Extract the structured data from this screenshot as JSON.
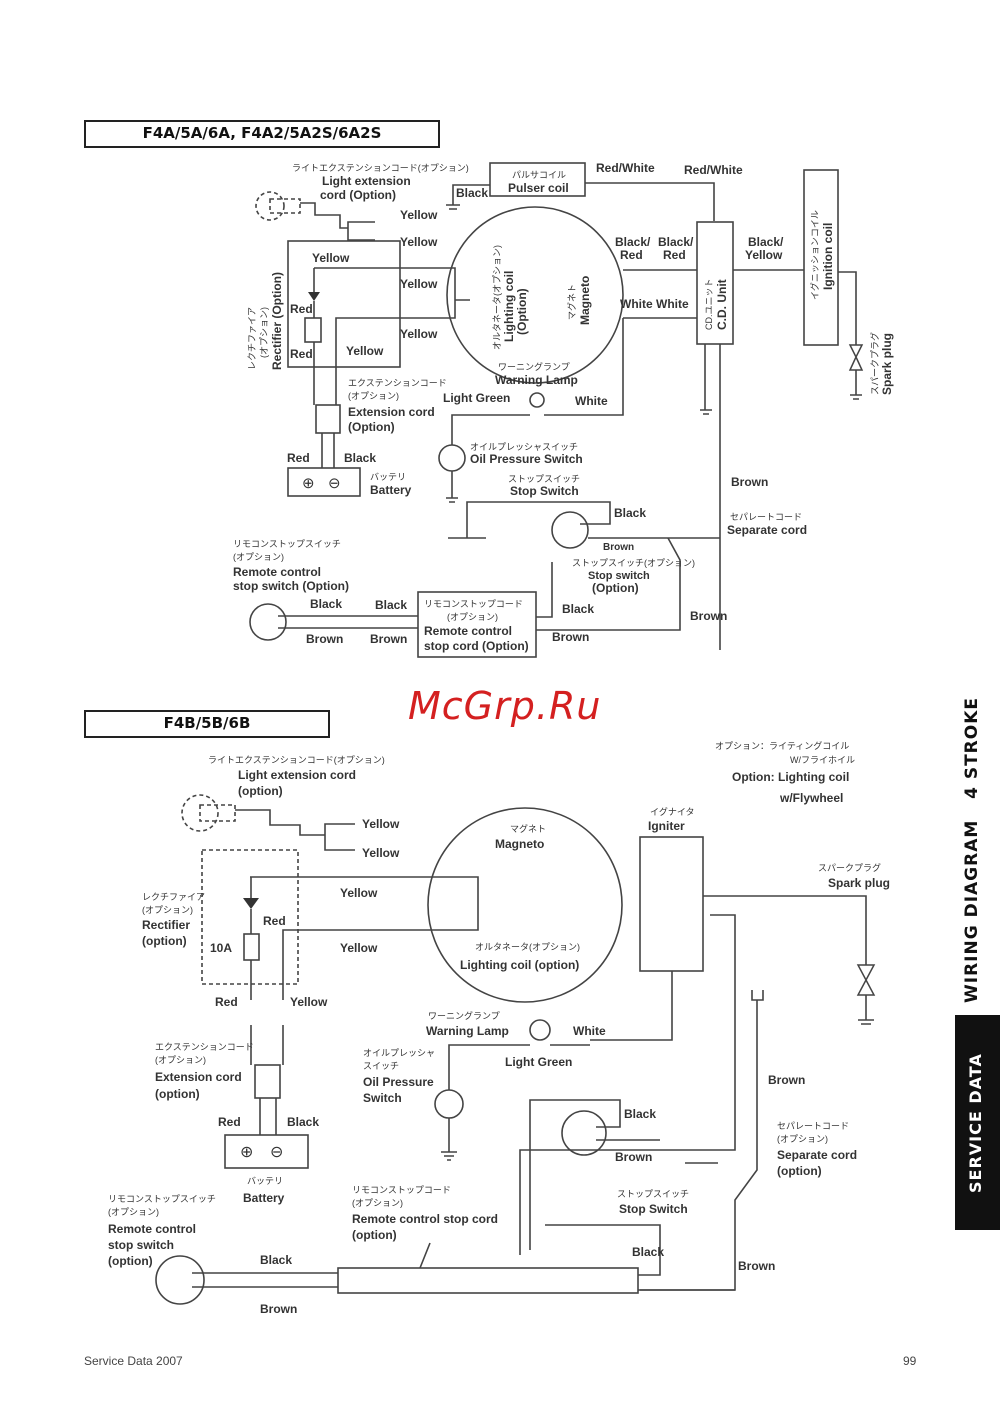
{
  "page": {
    "footer_left": "Service Data 2007",
    "page_number": "99",
    "watermark": "McGrp.Ru",
    "side_tab": {
      "section": "SERVICE DATA",
      "title": "WIRING DIAGRAM",
      "subtitle": "4 STROKE"
    }
  },
  "diagram_a": {
    "title": "F4A/5A/6A, F4A2/5A2S/6A2S",
    "components": {
      "light_ext": {
        "jp": "ライトエクステンションコード(オプション)",
        "en1": "Light extension",
        "en2": "cord (Option)"
      },
      "pulser": {
        "jp": "パルサコイル",
        "en": "Pulser coil"
      },
      "rectifier": {
        "jp1": "レクチファイア",
        "jp2": "(オプション)",
        "en": "Rectifier (Option)"
      },
      "magneto": {
        "jp": "マグネト",
        "en": "Magneto"
      },
      "lighting_coil": {
        "jp": "オルタネータ(オプション)",
        "en1": "Lighting coil",
        "en2": "(Option)"
      },
      "cd_unit": {
        "jp": "CD.ユニット",
        "en": "C.D. Unit"
      },
      "ignition_coil": {
        "jp": "イグニッションコイル",
        "en": "Ignition coil"
      },
      "spark_plug": {
        "jp": "スパークプラグ",
        "en": "Spark plug"
      },
      "ext_cord": {
        "jp1": "エクステンションコード",
        "jp2": "(オプション)",
        "en1": "Extension cord",
        "en2": "(Option)"
      },
      "warning_lamp": {
        "jp": "ワーニングランプ",
        "en": "Warning Lamp"
      },
      "oil_switch": {
        "jp": "オイルプレッシャスイッチ",
        "en": "Oil Pressure Switch"
      },
      "battery": {
        "jp": "バッテリ",
        "en": "Battery"
      },
      "stop_switch": {
        "jp": "ストップスイッチ",
        "en": "Stop Switch"
      },
      "stop_switch_opt": {
        "jp": "ストップスイッチ(オプション)",
        "en1": "Stop switch",
        "en2": "(Option)"
      },
      "separate_cord": {
        "jp": "セパレートコード",
        "en": "Separate cord"
      },
      "remote_switch": {
        "jp1": "リモコンストップスイッチ",
        "jp2": "(オプション)",
        "en1": "Remote control",
        "en2": "stop switch (Option)"
      },
      "remote_cord": {
        "jp1": "リモコンストップコード",
        "jp2": "(オプション)",
        "en1": "Remote control",
        "en2": "stop cord (Option)"
      }
    },
    "wires": {
      "black": "Black",
      "yellow": "Yellow",
      "red": "Red",
      "red_white": "Red/White",
      "black_red": "Black/",
      "black_red2": "Red",
      "black_yellow": "Black/",
      "black_yellow2": "Yellow",
      "white": "White",
      "light_green": "Light Green",
      "brown": "Brown"
    }
  },
  "diagram_b": {
    "title": "F4B/5B/6B",
    "components": {
      "light_ext": {
        "jp": "ライトエクステンションコード(オプション)",
        "en1": "Light extension cord",
        "en2": "(option)"
      },
      "magneto": {
        "jp": "マグネト",
        "en": "Magneto"
      },
      "option_note": {
        "jp1": "オプション：ライティングコイル",
        "jp2": "W/フライホイル",
        "en1": "Option: Lighting coil",
        "en2": "w/Flywheel"
      },
      "igniter": {
        "jp": "イグナイタ",
        "en": "Igniter"
      },
      "spark_plug": {
        "jp": "スパークプラグ",
        "en": "Spark plug"
      },
      "rectifier": {
        "jp1": "レクチファイア",
        "jp2": "(オプション)",
        "en1": "Rectifier",
        "en2": "(option)",
        "fuse": "10A"
      },
      "lighting_coil": {
        "jp": "オルタネータ(オプション)",
        "en": "Lighting coil (option)"
      },
      "ext_cord": {
        "jp1": "エクステンションコード",
        "jp2": "(オプション)",
        "en1": "Extension cord",
        "en2": "(option)"
      },
      "warning_lamp": {
        "jp": "ワーニングランプ",
        "en": "Warning Lamp"
      },
      "oil_switch": {
        "jp1": "オイルプレッシャ",
        "jp2": "スイッチ",
        "en1": "Oil Pressure",
        "en2": "Switch"
      },
      "battery": {
        "jp": "バッテリ",
        "en": "Battery"
      },
      "separate_cord": {
        "jp1": "セパレートコード",
        "jp2": "(オプション)",
        "en1": "Separate cord",
        "en2": "(option)"
      },
      "stop_switch": {
        "jp": "ストップスイッチ",
        "en": "Stop Switch"
      },
      "remote_switch": {
        "jp1": "リモコンストップスイッチ",
        "jp2": "(オプション)",
        "en1": "Remote control",
        "en2": "stop switch",
        "en3": "(option)"
      },
      "remote_cord": {
        "jp1": "リモコンストップコード",
        "jp2": "(オプション)",
        "en1": "Remote control stop cord",
        "en2": "(option)"
      }
    },
    "wires": {
      "yellow": "Yellow",
      "red": "Red",
      "black": "Black",
      "white": "White",
      "light_green": "Light Green",
      "brown": "Brown"
    }
  }
}
